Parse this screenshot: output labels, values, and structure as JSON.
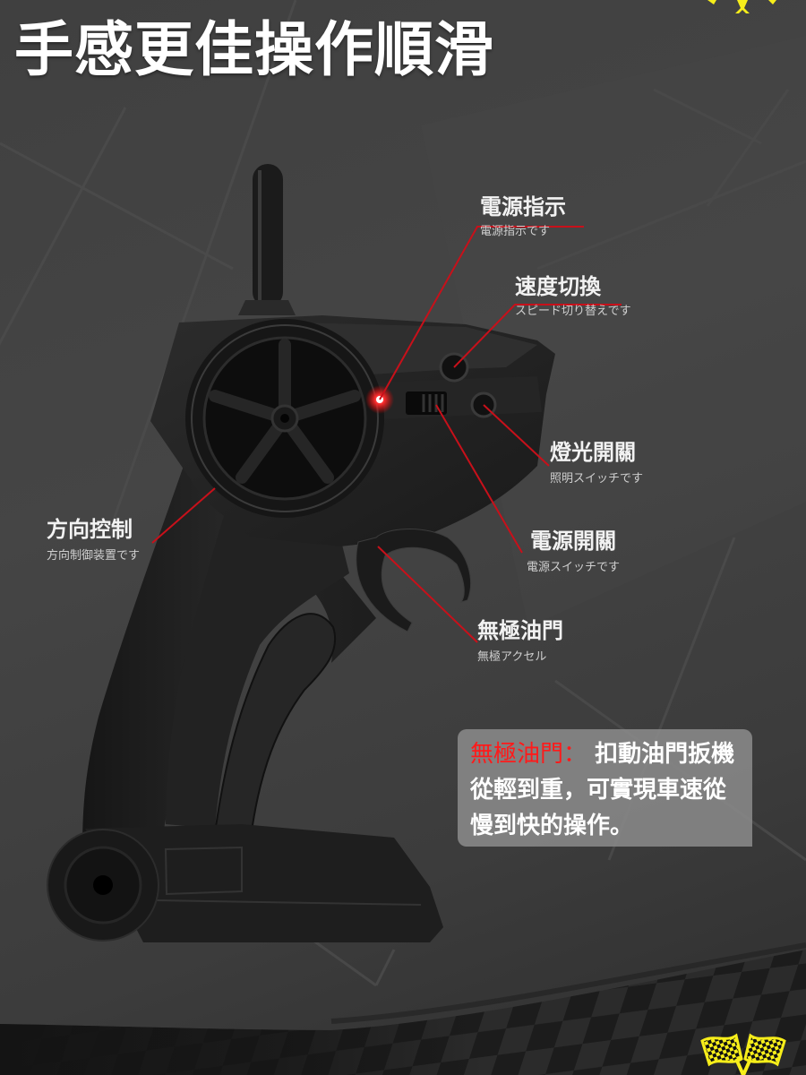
{
  "headline": "手感更佳操作順滑",
  "colors": {
    "background": "#3f3f3f",
    "callout_line": "#c8101a",
    "highlight": "#ff1a1a",
    "flag": "#f7ee1a",
    "info_box_bg": "#8c8c8c",
    "led": "#ff2020"
  },
  "callouts": [
    {
      "id": "power-indicator",
      "title": "電源指示",
      "subtitle": "電源指示です"
    },
    {
      "id": "speed-switch",
      "title": "速度切換",
      "subtitle": "スピード切り替えです"
    },
    {
      "id": "light-switch",
      "title": "燈光開關",
      "subtitle": "照明スイッチです"
    },
    {
      "id": "steering",
      "title": "方向控制",
      "subtitle": "方向制御装置です"
    },
    {
      "id": "power-switch",
      "title": "電源開關",
      "subtitle": "電源スイッチです"
    },
    {
      "id": "throttle",
      "title": "無極油門",
      "subtitle": "無極アクセル"
    }
  ],
  "info_box": {
    "highlight": "無極油門：",
    "text": " 扣動油門扳機從輕到重，可實現車速從慢到快的操作。"
  },
  "icons": {
    "top_right": "checkered-flags-icon",
    "bottom_right": "checkered-flags-icon"
  }
}
